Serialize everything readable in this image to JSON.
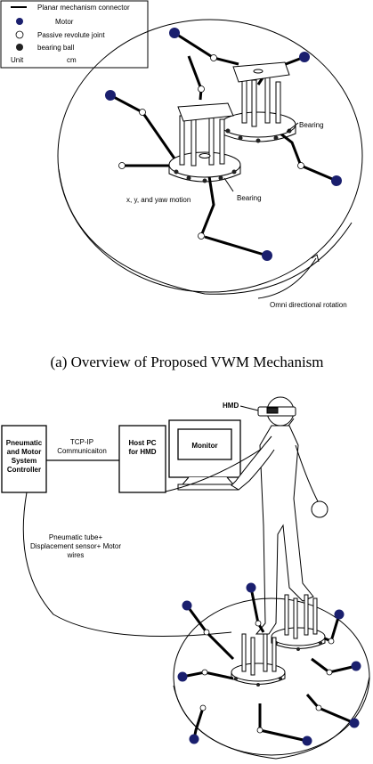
{
  "legend": {
    "connector": "Planar mechanism connector",
    "motor": "Motor",
    "joint": "Passive revolute joint",
    "ball": "bearing ball",
    "unit_label": "Unit",
    "unit_value": "cm"
  },
  "top_diagram": {
    "bearing_right": "Bearing",
    "bearing_left": "Bearing",
    "motion": "x, y, and yaw motion",
    "rotation": "Omni directional rotation",
    "caption": "(a) Overview of Proposed VWM Mechanism"
  },
  "bottom_diagram": {
    "hmd": "HMD",
    "controller_lines": [
      "Pneumatic",
      "and  Motor",
      "System",
      "Controller"
    ],
    "tcp_lines": [
      "TCP-IP",
      "Communicaiton"
    ],
    "host_lines": [
      "Host PC",
      "for HMD"
    ],
    "monitor": "Monitor",
    "tube_lines": [
      "Pneumatic tube+",
      "Displacement sensor+ Motor",
      "wires"
    ]
  },
  "colors": {
    "motor": "#1a1f6e",
    "line": "#000000",
    "joint_fill": "#ffffff"
  }
}
